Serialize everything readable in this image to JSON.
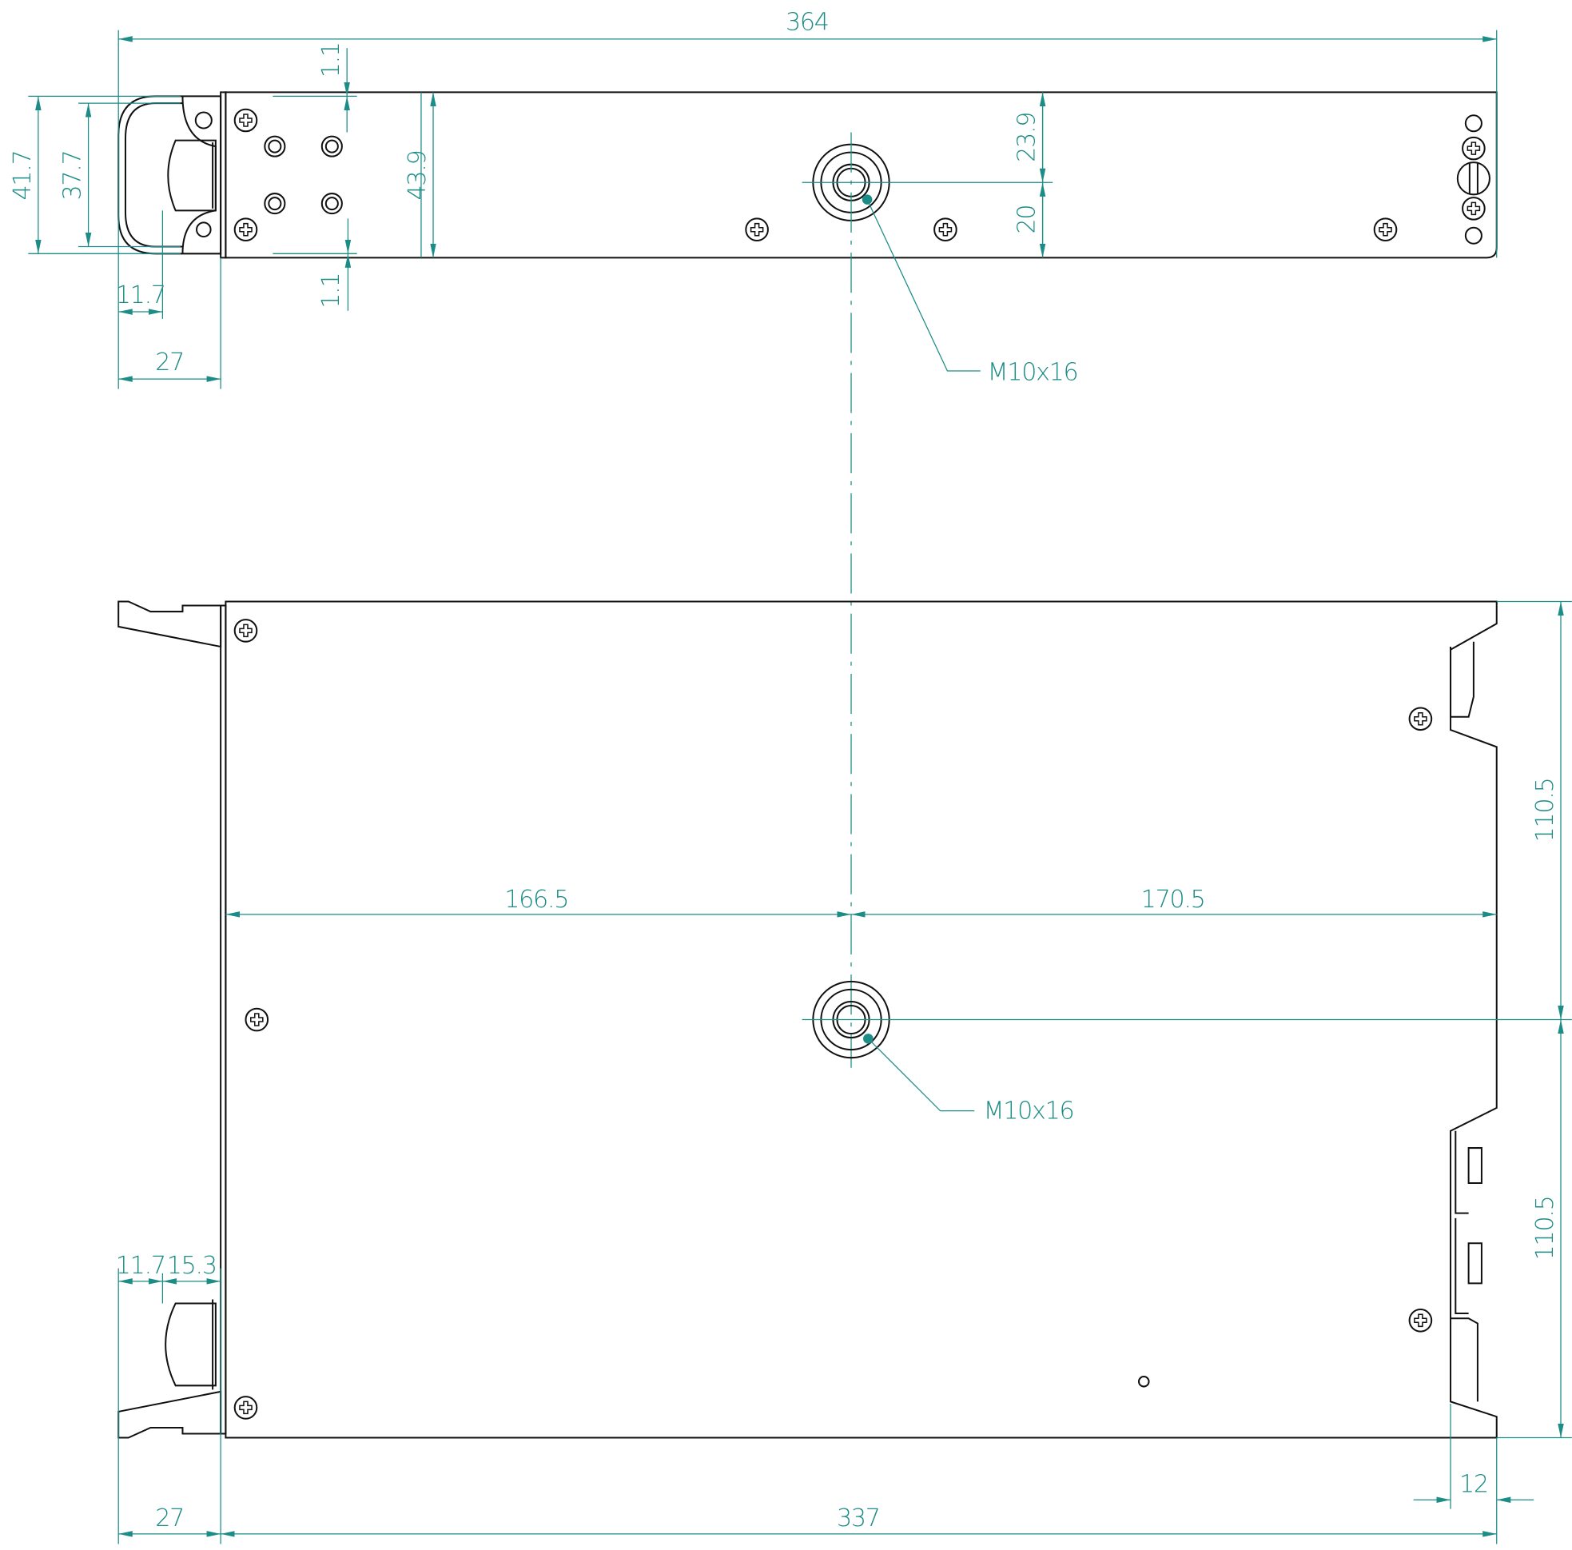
{
  "top_view": {
    "overall_length": "364",
    "handle_outer_height": "41.7",
    "handle_inner_height": "37.7",
    "front_height": "43.9",
    "top_offset": "1.1",
    "bottom_offset": "1.1",
    "handle_grip_depth": "11.7",
    "handle_depth": "27",
    "hole_to_top": "23.9",
    "hole_to_bottom": "20",
    "thread_callout": "M10x16"
  },
  "bottom_view": {
    "front_to_hole": "166.5",
    "hole_to_rear": "170.5",
    "thread_callout": "M10x16",
    "upper_half_width": "110.5",
    "lower_half_width": "110.5",
    "handle_grip_depth": "11.7",
    "handle_knob_depth": "15.3",
    "handle_depth": "27",
    "body_length": "337",
    "rear_step": "12"
  },
  "colors": {
    "dimension": "#1c8c86",
    "outline": "#111111"
  }
}
